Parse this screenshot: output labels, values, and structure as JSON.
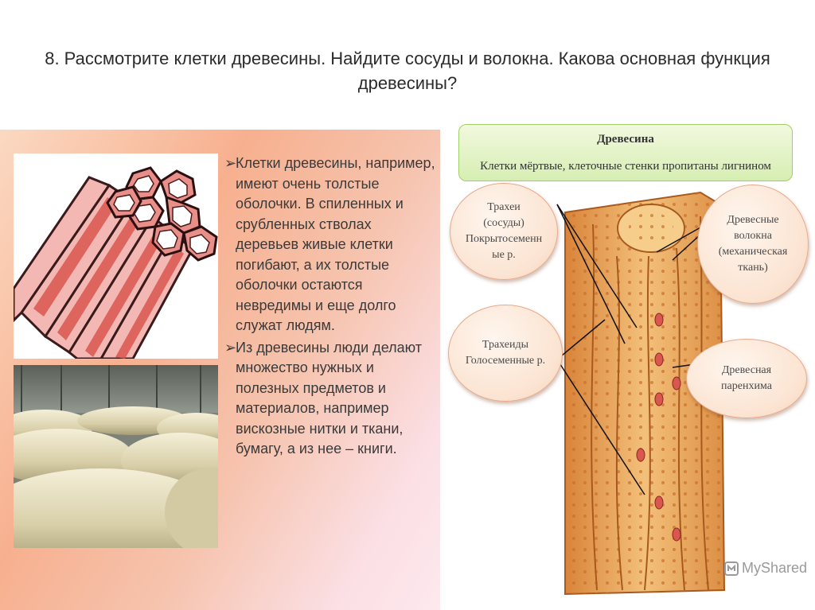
{
  "slide": {
    "title": "8. Рассмотрите клетки древесины. Найдите сосуды и волокна. Какова основная функция древесины?"
  },
  "text_panel": {
    "bullet_glyph": "➢",
    "paragraphs": [
      "Клетки древесины, например, имеют очень толстые оболочки. В спиленных и срубленных стволах деревьев живые клетки погибают, а их толстые оболочки остаются невредимы и еще долго служат людям.",
      "Из древесины люди делают множество нужных и полезных предметов и материалов, например вискозные нитки и ткани, бумагу, а из нее – книги."
    ]
  },
  "diagram": {
    "header_title": "Древесина",
    "header_subtitle": "Клетки мёртвые, клеточные стенки пропитаны лигнином",
    "labels": {
      "tracheae": "Трахеи\n(сосуды)\nПокрытосеменн\nые р.",
      "tracheids": "Трахеиды\nГолосеменные р.",
      "fibers": "Древесные\nволокна\n(механическая\nткань)",
      "parenchyma": "Древесная\nпаренхима"
    }
  },
  "watermark": {
    "text": "MyShared",
    "icon": "myshared-logo-icon"
  },
  "colors": {
    "panel_accent": "#f7b08f",
    "header_green": "#d6eeb2",
    "wood": "#e9a35a",
    "cell_red": "#d9574f"
  }
}
